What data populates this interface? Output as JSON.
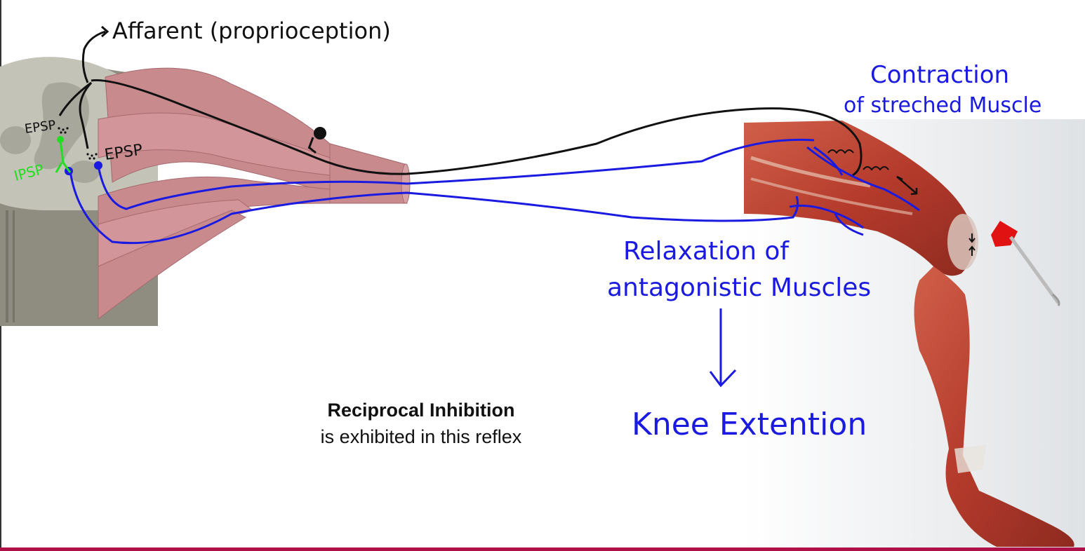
{
  "labels": {
    "afferent": "Affarent (proprioception)",
    "epsp_left": "EPSP",
    "epsp_right": "EPSP",
    "ipsp": "IPSP",
    "contraction_line1": "Contraction",
    "contraction_line2": "of streched Muscle",
    "relaxation_line1": "Relaxation of",
    "relaxation_line2": "antagonistic Muscles",
    "knee_extension": "Knee Extention"
  },
  "caption": {
    "title": "Reciprocal Inhibition",
    "subtitle": "is exhibited in this reflex"
  },
  "colors": {
    "annotation_blue": "#1a1ae0",
    "inhibitory_green": "#22dd22",
    "neuron_black": "#111111",
    "nerve_pink": "#c98a8e",
    "spinal_gray": "#bdbcb0",
    "muscle_red": "#b8412e",
    "accent_border": "#b01048"
  }
}
